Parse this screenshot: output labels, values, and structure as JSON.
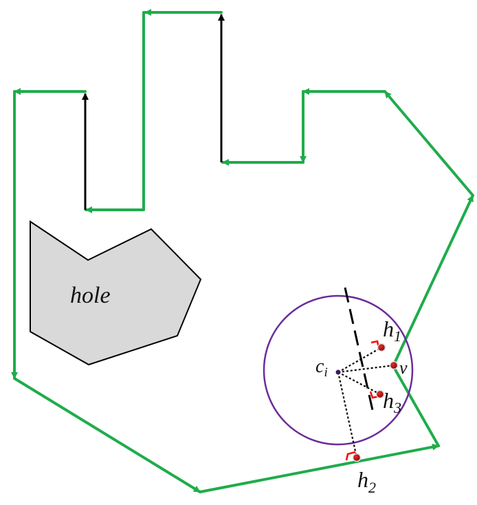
{
  "labels": {
    "hole": "hole",
    "center": "c",
    "center_sub": "i",
    "vertex": "v",
    "h1": "h",
    "h1_sub": "1",
    "h2": "h",
    "h2_sub": "2",
    "h3": "h",
    "h3_sub": "3"
  },
  "colors": {
    "boundary": "#1fac4b",
    "inner_arrow": "#000000",
    "hole_fill": "#d9d9d9",
    "circle": "#6a2c9a",
    "point": "#c00000",
    "right_angle": "#ff0000"
  }
}
